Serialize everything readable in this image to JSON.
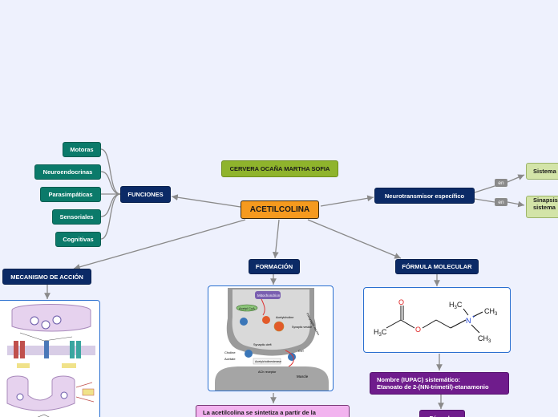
{
  "author": "CERVERA OCAÑA MARTHA SOFIA",
  "central": "ACETILCOLINA",
  "funciones": {
    "label": "FUNCIONES",
    "items": [
      "Motoras",
      "Neuroendocrinas",
      "Parasimpáticas",
      "Sensoriales",
      "Cognitivas"
    ]
  },
  "neuro": {
    "label": "Neurotransmisor específico",
    "connector": "en",
    "targets": [
      "Sistema",
      "Sinapsis",
      "sistema"
    ]
  },
  "mecanismo": {
    "label": "MECANISMO DE ACCIÓN"
  },
  "formacion": {
    "label": "FORMACIÓN",
    "figure_labels": {
      "mito": "Mitochondrion",
      "presyn": "Presynaptic neuron",
      "acetylcoa": "Acetyl CoA",
      "choline": "Choline",
      "acetate": "Acetate",
      "receptor": "ACh receptor",
      "muscle": "Muscle",
      "ache": "Acetylcholinesterase",
      "syn_cleft": "Synaptic cleft",
      "syn_vesicle": "Synaptic vesicle",
      "cht": "ChT",
      "acetylcholine": "Acetylcholine"
    },
    "description": "La acetilcolina se sintetiza a partir de la"
  },
  "formula": {
    "label": "FÓRMULA MOLECULAR",
    "structure_labels": {
      "o_double": "O",
      "o_ester": "O",
      "n_plus": "N",
      "plus": "+",
      "h3c_left": "H",
      "sub3": "3",
      "c": "C",
      "ch3": "CH",
      "h3c_top": "H"
    },
    "iupac_line1": "Nombre (IUPAC) sistemático:",
    "iupac_line2": "Etanoato de 2-(NN-trimetil)-etanamonio",
    "formula_label": "Fórmula:"
  },
  "colors": {
    "background": "#eef1fd",
    "green": "#0b7a6a",
    "navy": "#0b2a66",
    "olive": "#8fb42c",
    "orange": "#f59a1e",
    "purple": "#6f1c8c",
    "pink": "#f2b3ef",
    "lime": "#d3e4a8",
    "connector": "#8a8a8a"
  }
}
